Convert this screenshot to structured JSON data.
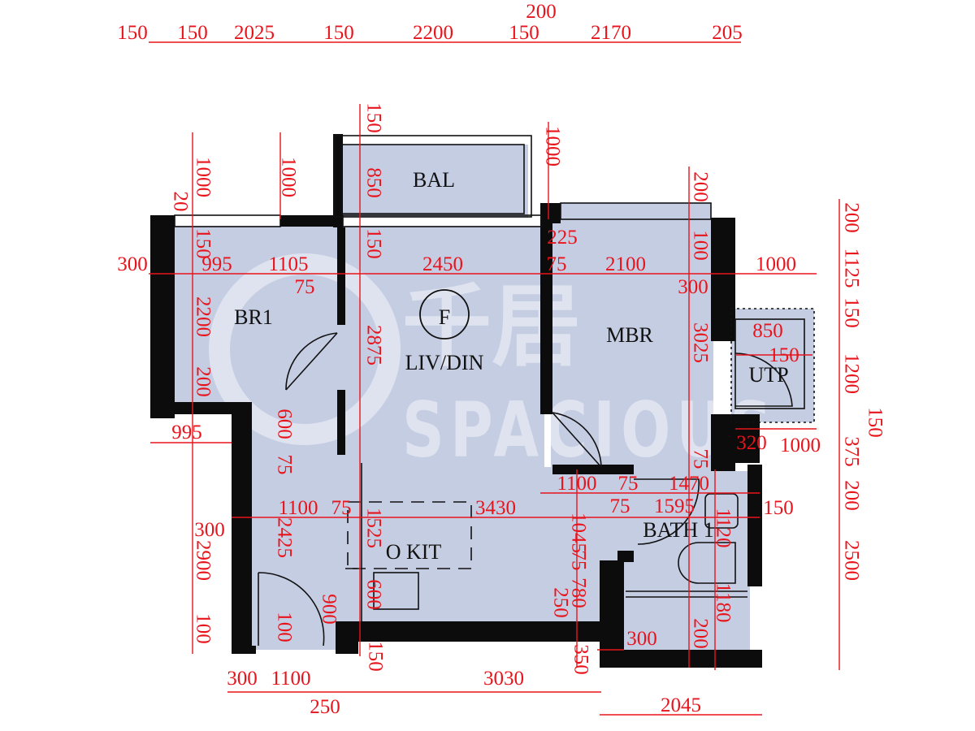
{
  "plan": {
    "unit_label": "F",
    "rooms": {
      "balcony": "BAL",
      "bedroom1": "BR1",
      "living_dining": "LIV/DIN",
      "master_bedroom": "MBR",
      "utility_platform": "UTP",
      "open_kitchen": "O KIT",
      "bathroom": "BATH 1"
    },
    "watermark": {
      "brand": "SPACIOUS",
      "chinese": "千居"
    },
    "colors": {
      "dimension": "#e8141c",
      "floor": "#c5cde3",
      "wall": "#0c0c0c"
    },
    "dimensions": [
      "150",
      "150",
      "2025",
      "150",
      "2200",
      "150",
      "200",
      "2170",
      "205",
      "150",
      "1000",
      "1000",
      "1000",
      "20",
      "850",
      "200",
      "200",
      "1125",
      "150",
      "150",
      "100",
      "150",
      "1200",
      "150",
      "375",
      "200",
      "2500",
      "2200",
      "2875",
      "3025",
      "200",
      "600",
      "75",
      "75",
      "2425",
      "1525",
      "1045",
      "75",
      "780",
      "250",
      "600",
      "900",
      "100",
      "2900",
      "100",
      "1120",
      "1180",
      "200",
      "150",
      "350",
      "300",
      "995",
      "1105",
      "75",
      "2450",
      "75",
      "2100",
      "225",
      "300",
      "1000",
      "850",
      "150",
      "995",
      "320",
      "1000",
      "1100",
      "75",
      "3430",
      "1100",
      "75",
      "1470",
      "75",
      "1595",
      "150",
      "300",
      "300",
      "1100",
      "250",
      "3030",
      "300",
      "2045"
    ]
  }
}
